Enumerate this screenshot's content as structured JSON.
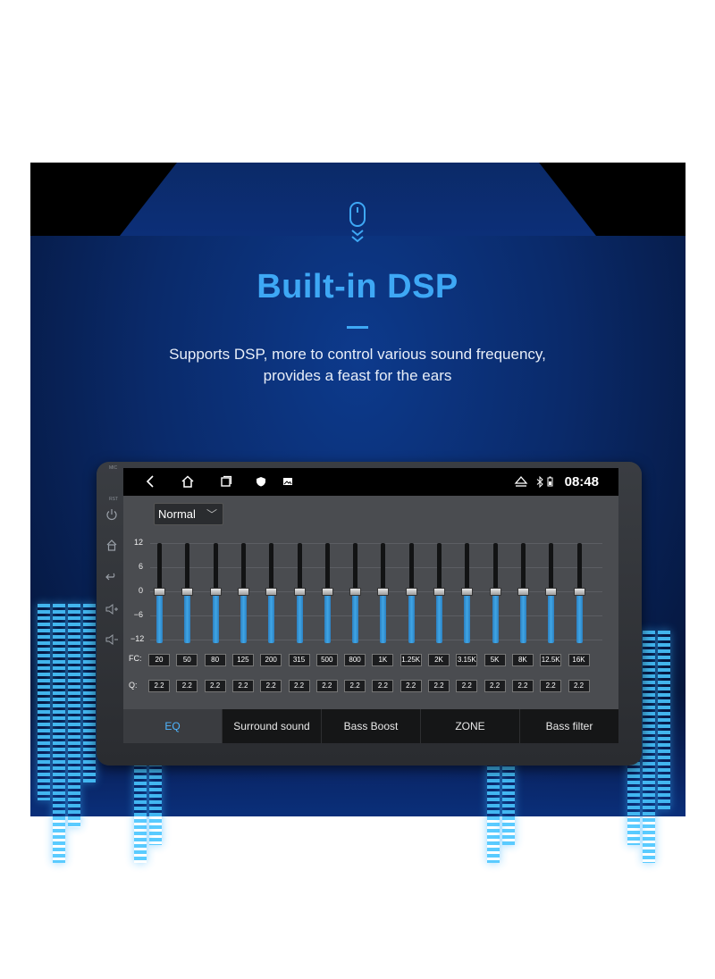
{
  "banner": {
    "title": "Built-in DSP",
    "subtitle_line1": "Supports DSP, more to control various sound frequency,",
    "subtitle_line2": "provides a feast for the ears",
    "accent_color": "#3ea8f5",
    "icon": "mouse-scroll-icon"
  },
  "device": {
    "side_labels": [
      "MIC",
      "RST"
    ],
    "side_buttons": [
      "power-icon",
      "home-icon",
      "back-icon",
      "volume-up-icon",
      "volume-down-icon"
    ]
  },
  "statusbar": {
    "nav_icons": [
      "back-icon",
      "home-icon",
      "recent-apps-icon",
      "shield-icon",
      "image-icon"
    ],
    "right_icons": [
      "eject-icon",
      "bluetooth-icon",
      "battery-icon"
    ],
    "time": "08:48"
  },
  "eq": {
    "preset": "Normal",
    "y_ticks": [
      "12",
      "6",
      "0",
      "−6",
      "−12"
    ],
    "fc_label": "FC:",
    "q_label": "Q:",
    "bands": [
      {
        "fc": "20",
        "q": "2.2",
        "gain": 0
      },
      {
        "fc": "50",
        "q": "2.2",
        "gain": 0
      },
      {
        "fc": "80",
        "q": "2.2",
        "gain": 0
      },
      {
        "fc": "125",
        "q": "2.2",
        "gain": 0
      },
      {
        "fc": "200",
        "q": "2.2",
        "gain": 0
      },
      {
        "fc": "315",
        "q": "2.2",
        "gain": 0
      },
      {
        "fc": "500",
        "q": "2.2",
        "gain": 0
      },
      {
        "fc": "800",
        "q": "2.2",
        "gain": 0
      },
      {
        "fc": "1K",
        "q": "2.2",
        "gain": 0
      },
      {
        "fc": "1.25K",
        "q": "2.2",
        "gain": 0
      },
      {
        "fc": "2K",
        "q": "2.2",
        "gain": 0
      },
      {
        "fc": "3.15K",
        "q": "2.2",
        "gain": 0
      },
      {
        "fc": "5K",
        "q": "2.2",
        "gain": 0
      },
      {
        "fc": "8K",
        "q": "2.2",
        "gain": 0
      },
      {
        "fc": "12.5K",
        "q": "2.2",
        "gain": 0
      },
      {
        "fc": "16K",
        "q": "2.2",
        "gain": 0
      }
    ],
    "gain_range": [
      -12,
      12
    ],
    "slider_color": "#3fa6e6"
  },
  "tabs": [
    {
      "label": "EQ",
      "active": true
    },
    {
      "label": "Surround sound",
      "active": false
    },
    {
      "label": "Bass Boost",
      "active": false
    },
    {
      "label": "ZONE",
      "active": false
    },
    {
      "label": "Bass filter",
      "active": false
    }
  ]
}
